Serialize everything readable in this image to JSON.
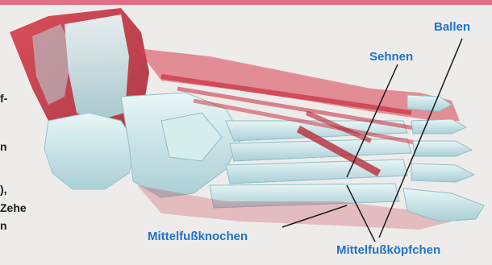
{
  "labels": {
    "ballen": "Ballen",
    "sehnen": "Sehnen",
    "mittelfussknochen": "Mittelfußknochen",
    "mittelfusskoepfchen": "Mittelfußköpfchen"
  },
  "side_text": [
    "f-",
    "n",
    "),",
    "Zehe",
    "n"
  ],
  "colors": {
    "label_blue": "#1f73c9",
    "muscle_red": "#c8283a",
    "bone": "#cfe8e9",
    "frame_pink": "#e06f86"
  }
}
